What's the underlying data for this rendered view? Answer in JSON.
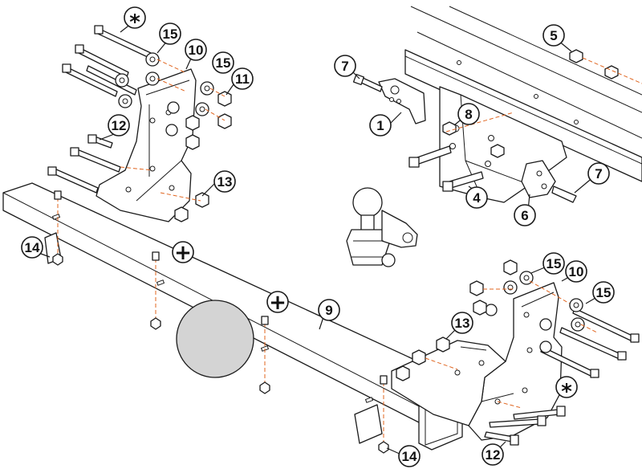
{
  "colors": {
    "outline": "#1a1a1a",
    "leader": "#e0641e",
    "callout_fill": "#ffffff",
    "bumper_area": "#d4d4d4"
  },
  "callouts": {
    "c1": "1",
    "c4": "4",
    "c5": "5",
    "c6": "6",
    "c7a": "7",
    "c7b": "7",
    "c8": "8",
    "c9": "9",
    "c10a": "10",
    "c10b": "10",
    "c11": "11",
    "c12a": "12",
    "c12b": "12",
    "c13a": "13",
    "c13b": "13",
    "c14a": "14",
    "c14b": "14",
    "c15a": "15",
    "c15b": "15",
    "c15c": "15",
    "c15d": "15"
  },
  "symbols": {
    "star_top": "*",
    "star_bottom": "*",
    "plus_left": "+",
    "plus_center": "+"
  }
}
